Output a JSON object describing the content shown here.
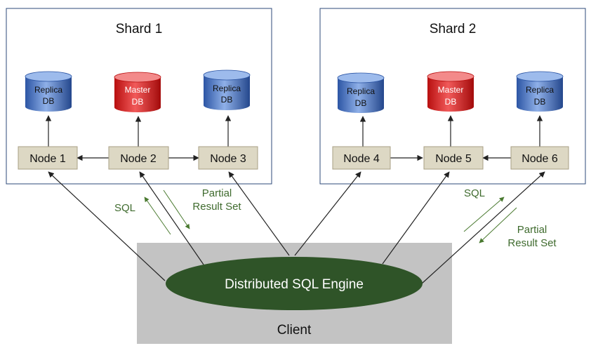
{
  "shards": [
    {
      "title": "Shard 1",
      "databases": [
        {
          "line1": "Replica",
          "line2": "DB",
          "role": "replica"
        },
        {
          "line1": "Master",
          "line2": "DB",
          "role": "master"
        },
        {
          "line1": "Replica",
          "line2": "DB",
          "role": "replica"
        }
      ],
      "nodes": [
        "Node 1",
        "Node 2",
        "Node 3"
      ]
    },
    {
      "title": "Shard 2",
      "databases": [
        {
          "line1": "Replica",
          "line2": "DB",
          "role": "replica"
        },
        {
          "line1": "Master",
          "line2": "DB",
          "role": "master"
        },
        {
          "line1": "Replica",
          "line2": "DB",
          "role": "replica"
        }
      ],
      "nodes": [
        "Node 4",
        "Node 5",
        "Node 6"
      ]
    }
  ],
  "annotations": {
    "left": {
      "sql": "SQL",
      "partial_line1": "Partial",
      "partial_line2": "Result Set"
    },
    "right": {
      "sql": "SQL",
      "partial_line1": "Partial",
      "partial_line2": "Result Set"
    }
  },
  "engine": {
    "label": "Distributed SQL Engine"
  },
  "client": {
    "label": "Client"
  },
  "colors": {
    "shard_border": "#2e4a7a",
    "node_fill": "#ddd8c4",
    "node_border": "#a89f85",
    "replica_db": "#3f6ec6",
    "master_db": "#d42020",
    "client_box": "#c3c3c3",
    "engine_fill": "#2f5428",
    "annotation_text": "#3f6b2e",
    "annotation_arrow": "#5a8a3a",
    "connector": "#222222"
  }
}
